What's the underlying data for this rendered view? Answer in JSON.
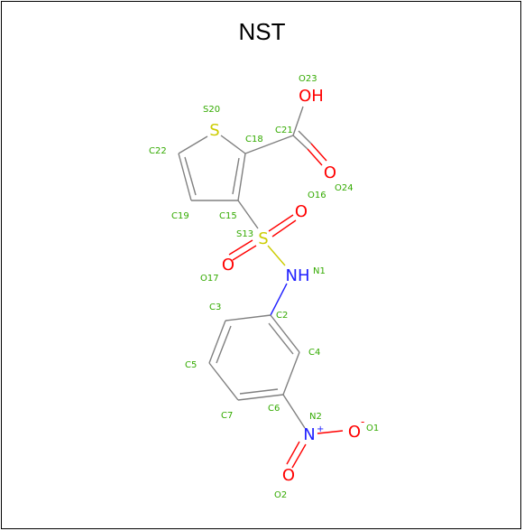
{
  "title": "NST",
  "colors": {
    "background": "#ffffff",
    "bond": "#808080",
    "label": "#33aa00",
    "oxygen": "#ff0000",
    "nitrogen": "#2020ff",
    "sulfur": "#cccc00"
  },
  "atoms": [
    {
      "id": "O23",
      "symbol": "OH",
      "element": "O"
    },
    {
      "id": "O24",
      "symbol": "O",
      "element": "O"
    },
    {
      "id": "S20",
      "symbol": "S",
      "element": "S"
    },
    {
      "id": "C18",
      "symbol": "",
      "element": "C"
    },
    {
      "id": "C21",
      "symbol": "",
      "element": "C"
    },
    {
      "id": "C22",
      "symbol": "",
      "element": "C"
    },
    {
      "id": "C19",
      "symbol": "",
      "element": "C"
    },
    {
      "id": "C15",
      "symbol": "",
      "element": "C"
    },
    {
      "id": "S13",
      "symbol": "S",
      "element": "S"
    },
    {
      "id": "O16",
      "symbol": "O",
      "element": "O"
    },
    {
      "id": "O17",
      "symbol": "O",
      "element": "O"
    },
    {
      "id": "N1",
      "symbol": "NH",
      "element": "N"
    },
    {
      "id": "C2",
      "symbol": "",
      "element": "C"
    },
    {
      "id": "C3",
      "symbol": "",
      "element": "C"
    },
    {
      "id": "C4",
      "symbol": "",
      "element": "C"
    },
    {
      "id": "C5",
      "symbol": "",
      "element": "C"
    },
    {
      "id": "C6",
      "symbol": "",
      "element": "C"
    },
    {
      "id": "C7",
      "symbol": "",
      "element": "C"
    },
    {
      "id": "N2",
      "symbol": "N",
      "element": "N",
      "charge": "+"
    },
    {
      "id": "O1",
      "symbol": "O",
      "element": "O",
      "charge": "-"
    },
    {
      "id": "O2",
      "symbol": "O",
      "element": "O"
    }
  ]
}
